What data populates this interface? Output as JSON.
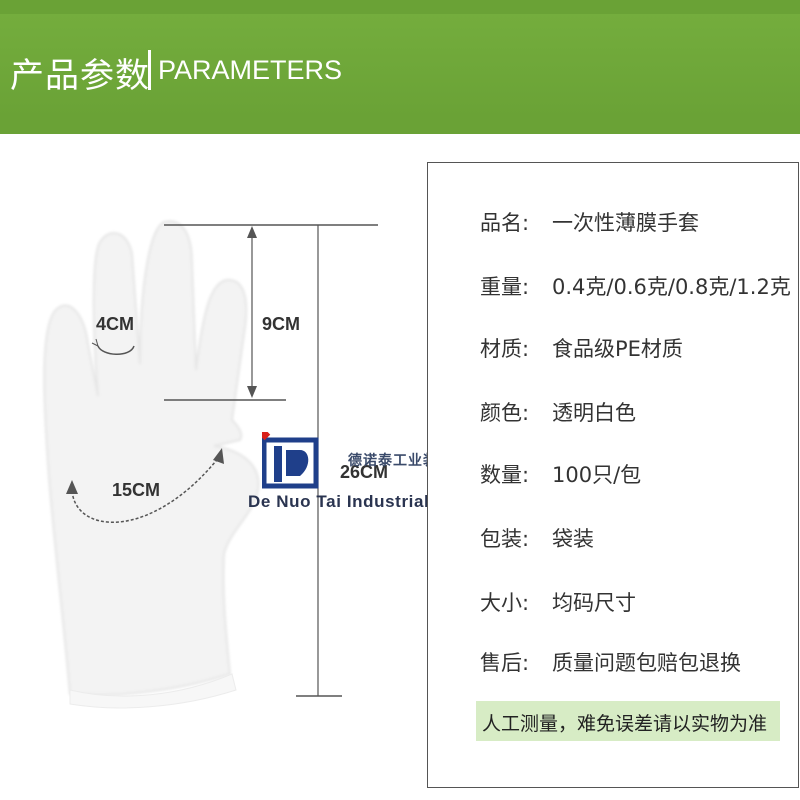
{
  "header": {
    "title_cn": "产品参数",
    "title_en": "PARAMETERS",
    "bg_color": "#6aa236"
  },
  "measurements": {
    "finger_width": "4CM",
    "finger_length": "9CM",
    "palm_width": "15CM",
    "total_length": "26CM"
  },
  "logo": {
    "name_cn": "德诺泰工业装备",
    "name_en": "De Nuo Tai Industrial equipment"
  },
  "params": [
    {
      "label": "品名:",
      "value": "一次性薄膜手套"
    },
    {
      "label": "重量:",
      "value": "0.4克/0.6克/0.8克/1.2克"
    },
    {
      "label": "材质:",
      "value": "食品级PE材质"
    },
    {
      "label": "颜色:",
      "value": "透明白色"
    },
    {
      "label": "数量:",
      "value": "100只/包"
    },
    {
      "label": "包装:",
      "value": "袋装"
    },
    {
      "label": "大小:",
      "value": "均码尺寸"
    },
    {
      "label": "售后:",
      "value": "质量问题包赔包退换"
    }
  ],
  "note": "人工测量，难免误差请以实物为准",
  "colors": {
    "note_bg": "#d7ecc5",
    "logo_blue": "#1f3f8a",
    "logo_red": "#d8201a"
  }
}
